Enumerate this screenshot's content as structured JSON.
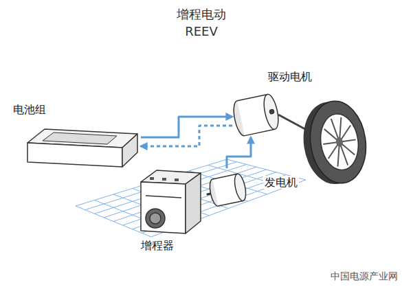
{
  "diagram": {
    "title": "增程电动 REEV",
    "nodes": [
      {
        "text": [
          "电池组"
        ]
      },
      {
        "text": [
          "驱动电机"
        ]
      },
      {
        "text": [
          "发电机"
        ]
      },
      {
        "text": [
          "增程器"
        ]
      }
    ],
    "edges": [
      {
        "from": 0,
        "to": 1,
        "arrow": "to"
      },
      {
        "from": 1,
        "to": 0,
        "arrow": "to"
      },
      {
        "from": 2,
        "to": 1,
        "arrow": "to"
      }
    ],
    "labels": [
      "中国电源产业网"
    ]
  }
}
